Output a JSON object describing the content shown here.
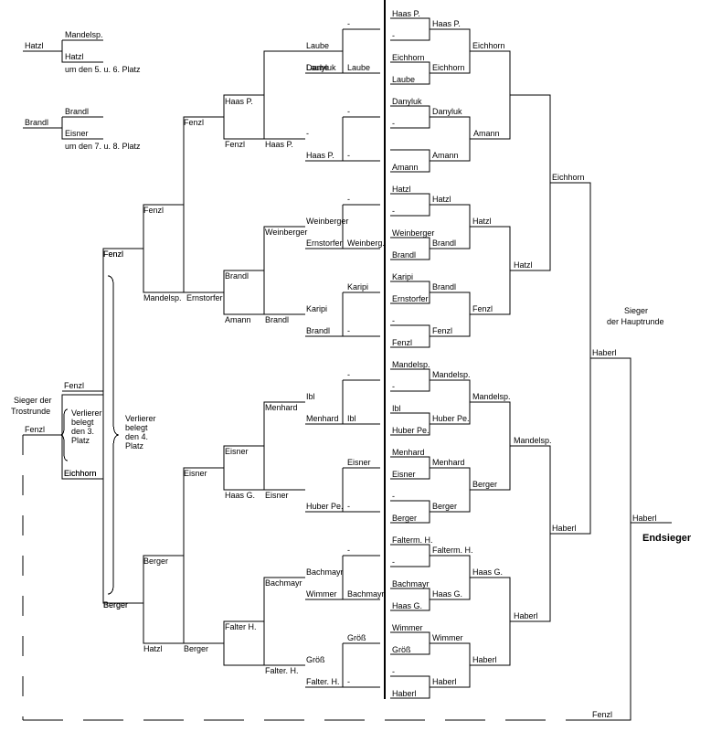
{
  "nodes": [
    {
      "key": "p1",
      "t": "-"
    },
    {
      "key": "p2",
      "t": "Haas P."
    },
    {
      "key": "p3",
      "t": "Haas P."
    },
    {
      "key": "p4",
      "t": "Laube"
    },
    {
      "key": "p5",
      "t": "-"
    },
    {
      "key": "p6",
      "t": "Eichhorn"
    },
    {
      "key": "p7",
      "t": "Laube"
    },
    {
      "key": "p8",
      "t": "Danyluk"
    },
    {
      "key": "p9",
      "t": "Laube"
    },
    {
      "key": "p10",
      "t": "Eichhorn"
    },
    {
      "key": "p11",
      "t": "Eichhorn"
    },
    {
      "key": "p12",
      "t": "Laube"
    },
    {
      "key": "p13",
      "t": "Haas P."
    },
    {
      "key": "p14",
      "t": "-"
    },
    {
      "key": "p15",
      "t": "Danyluk"
    },
    {
      "key": "p16",
      "t": "Danyluk"
    },
    {
      "key": "p17",
      "t": "-"
    },
    {
      "key": "p18",
      "t": "Fenzl"
    },
    {
      "key": "p19",
      "t": "-"
    },
    {
      "key": "p20",
      "t": "Amann"
    },
    {
      "key": "p21",
      "t": "Fenzl"
    },
    {
      "key": "p22",
      "t": "Haas P."
    },
    {
      "key": "p23",
      "t": "Haas P."
    },
    {
      "key": "p24",
      "t": "-"
    },
    {
      "key": "p25",
      "t": "Amann"
    },
    {
      "key": "p26",
      "t": "Amann"
    },
    {
      "key": "p27",
      "t": "Eichhorn"
    },
    {
      "key": "p28",
      "t": "Hatzl"
    },
    {
      "key": "p29",
      "t": "-"
    },
    {
      "key": "p30",
      "t": "Hatzl"
    },
    {
      "key": "p31",
      "t": "-"
    },
    {
      "key": "p32",
      "t": "Fenzl"
    },
    {
      "key": "p33",
      "t": "Weinberger"
    },
    {
      "key": "p34",
      "t": "Weinberger"
    },
    {
      "key": "p35",
      "t": "Hatzl"
    },
    {
      "key": "p36",
      "t": "Weinberger"
    },
    {
      "key": "p37",
      "t": "Ernstorfer"
    },
    {
      "key": "p38",
      "t": "Weinberg."
    },
    {
      "key": "p39",
      "t": "Brandl"
    },
    {
      "key": "p40",
      "t": "Brandl"
    },
    {
      "key": "p41",
      "t": "Fenzl"
    },
    {
      "key": "p42",
      "t": "Brandl"
    },
    {
      "key": "p43",
      "t": "Hatzl"
    },
    {
      "key": "p44",
      "t": "Karipi"
    },
    {
      "key": "p45",
      "t": "Karipi"
    },
    {
      "key": "p46",
      "t": "Karipi"
    },
    {
      "key": "p47",
      "t": "Mandelsp."
    },
    {
      "key": "p48",
      "t": "Ernstorfer"
    },
    {
      "key": "p49",
      "t": "Ernstorfer"
    },
    {
      "key": "p50",
      "t": "Brandl"
    },
    {
      "key": "p51",
      "t": "Fenzl"
    },
    {
      "key": "p52",
      "t": "Amann"
    },
    {
      "key": "p53",
      "t": "Brandl"
    },
    {
      "key": "p54",
      "t": "Brandl"
    },
    {
      "key": "p55",
      "t": "-"
    },
    {
      "key": "p56",
      "t": "-"
    },
    {
      "key": "p57",
      "t": "Fenzl"
    },
    {
      "key": "p58",
      "t": "Fenzl"
    },
    {
      "key": "p59",
      "t": "Haberl"
    },
    {
      "key": "p60",
      "t": "Mandelsp."
    },
    {
      "key": "p61",
      "t": "Mandelsp."
    },
    {
      "key": "p62",
      "t": "-"
    },
    {
      "key": "p63",
      "t": "-"
    },
    {
      "key": "p64",
      "t": "Mandelsp."
    },
    {
      "key": "p65",
      "t": "Fenzl"
    },
    {
      "key": "p66",
      "t": "Ibl"
    },
    {
      "key": "p67",
      "t": "Ibl"
    },
    {
      "key": "p68",
      "t": "Menhard"
    },
    {
      "key": "p69",
      "t": "Huber Pe."
    },
    {
      "key": "p70",
      "t": "Menhard"
    },
    {
      "key": "p71",
      "t": "Ibl"
    },
    {
      "key": "p72",
      "t": "Huber Pe."
    },
    {
      "key": "p73",
      "t": "Mandelsp."
    },
    {
      "key": "p74",
      "t": "Eisner"
    },
    {
      "key": "p75",
      "t": "Menhard"
    },
    {
      "key": "p76",
      "t": "Menhard"
    },
    {
      "key": "p77",
      "t": "Eisner"
    },
    {
      "key": "p78",
      "t": "Eichhorn"
    },
    {
      "key": "p79",
      "t": "Eisner"
    },
    {
      "key": "p80",
      "t": "Eisner"
    },
    {
      "key": "p81",
      "t": "Berger"
    },
    {
      "key": "p82",
      "t": "-"
    },
    {
      "key": "p83",
      "t": "Haas G."
    },
    {
      "key": "p84",
      "t": "Eisner"
    },
    {
      "key": "p85",
      "t": "Huber Pe."
    },
    {
      "key": "p86",
      "t": "-"
    },
    {
      "key": "p87",
      "t": "Berger"
    },
    {
      "key": "p88",
      "t": "Haberl"
    },
    {
      "key": "p89",
      "t": "Berger"
    },
    {
      "key": "p90",
      "t": "Haberl"
    },
    {
      "key": "p91",
      "t": "Berger"
    },
    {
      "key": "p92",
      "t": "Falterm. H."
    },
    {
      "key": "p93",
      "t": "Falterm. H."
    },
    {
      "key": "p94",
      "t": "-"
    },
    {
      "key": "p95",
      "t": "-"
    },
    {
      "key": "p96",
      "t": "Bachmayr"
    },
    {
      "key": "p97",
      "t": "Bachmayr"
    },
    {
      "key": "p98",
      "t": "Haas G."
    },
    {
      "key": "p99",
      "t": "Bachmayr"
    },
    {
      "key": "p100",
      "t": "Wimmer"
    },
    {
      "key": "p101",
      "t": "Bachmayr"
    },
    {
      "key": "p102",
      "t": "Haas G."
    },
    {
      "key": "p103",
      "t": "Haas G."
    },
    {
      "key": "p104",
      "t": "Haberl"
    },
    {
      "key": "p105",
      "t": "Hatzl"
    },
    {
      "key": "p106",
      "t": "Berger"
    },
    {
      "key": "p107",
      "t": "Falter H."
    },
    {
      "key": "p108",
      "t": "Wimmer"
    },
    {
      "key": "p109",
      "t": "Wimmer"
    },
    {
      "key": "p110",
      "t": "Größ"
    },
    {
      "key": "p111",
      "t": "Größ"
    },
    {
      "key": "p112",
      "t": "Größ"
    },
    {
      "key": "p113",
      "t": "Haberl"
    },
    {
      "key": "p114",
      "t": "Berger"
    },
    {
      "key": "p115",
      "t": "Falter. H."
    },
    {
      "key": "p116",
      "t": "Falter. H."
    },
    {
      "key": "p117",
      "t": "-"
    },
    {
      "key": "p118",
      "t": "-"
    },
    {
      "key": "p119",
      "t": "Haberl"
    },
    {
      "key": "p120",
      "t": "Haberl"
    },
    {
      "key": "p121",
      "t": "Fenzl"
    },
    {
      "key": "p122",
      "t": "Hatzl"
    },
    {
      "key": "p123",
      "t": "Mandelsp."
    },
    {
      "key": "p124",
      "t": "Hatzl"
    },
    {
      "key": "p125",
      "t": "um den 5. u. 6. Platz"
    },
    {
      "key": "p126",
      "t": "Brandl"
    },
    {
      "key": "p127",
      "t": "Brandl"
    },
    {
      "key": "p128",
      "t": "Eisner"
    },
    {
      "key": "p129",
      "t": "um den 7. u. 8. Platz"
    },
    {
      "key": "p130",
      "t": "Fenzl"
    },
    {
      "key": "p131",
      "t": "Eichhorn"
    },
    {
      "key": "p132",
      "t": "Fenzl"
    },
    {
      "key": "p133",
      "t": "Berger"
    },
    {
      "key": "p134",
      "t": "Verlierer"
    },
    {
      "key": "p135",
      "t": "belegt"
    },
    {
      "key": "p136",
      "t": "den 3."
    },
    {
      "key": "p137",
      "t": "Platz"
    },
    {
      "key": "p138",
      "t": "Verlierer"
    },
    {
      "key": "p139",
      "t": "belegt"
    },
    {
      "key": "p140",
      "t": "den 4."
    },
    {
      "key": "p141",
      "t": "Platz"
    },
    {
      "key": "p142",
      "t": "Sieger der"
    },
    {
      "key": "p143",
      "t": "Trostrunde"
    },
    {
      "key": "p144",
      "t": "Sieger"
    },
    {
      "key": "p145",
      "t": "der Hauptrunde"
    },
    {
      "key": "p146",
      "t": "Endsieger"
    }
  ]
}
